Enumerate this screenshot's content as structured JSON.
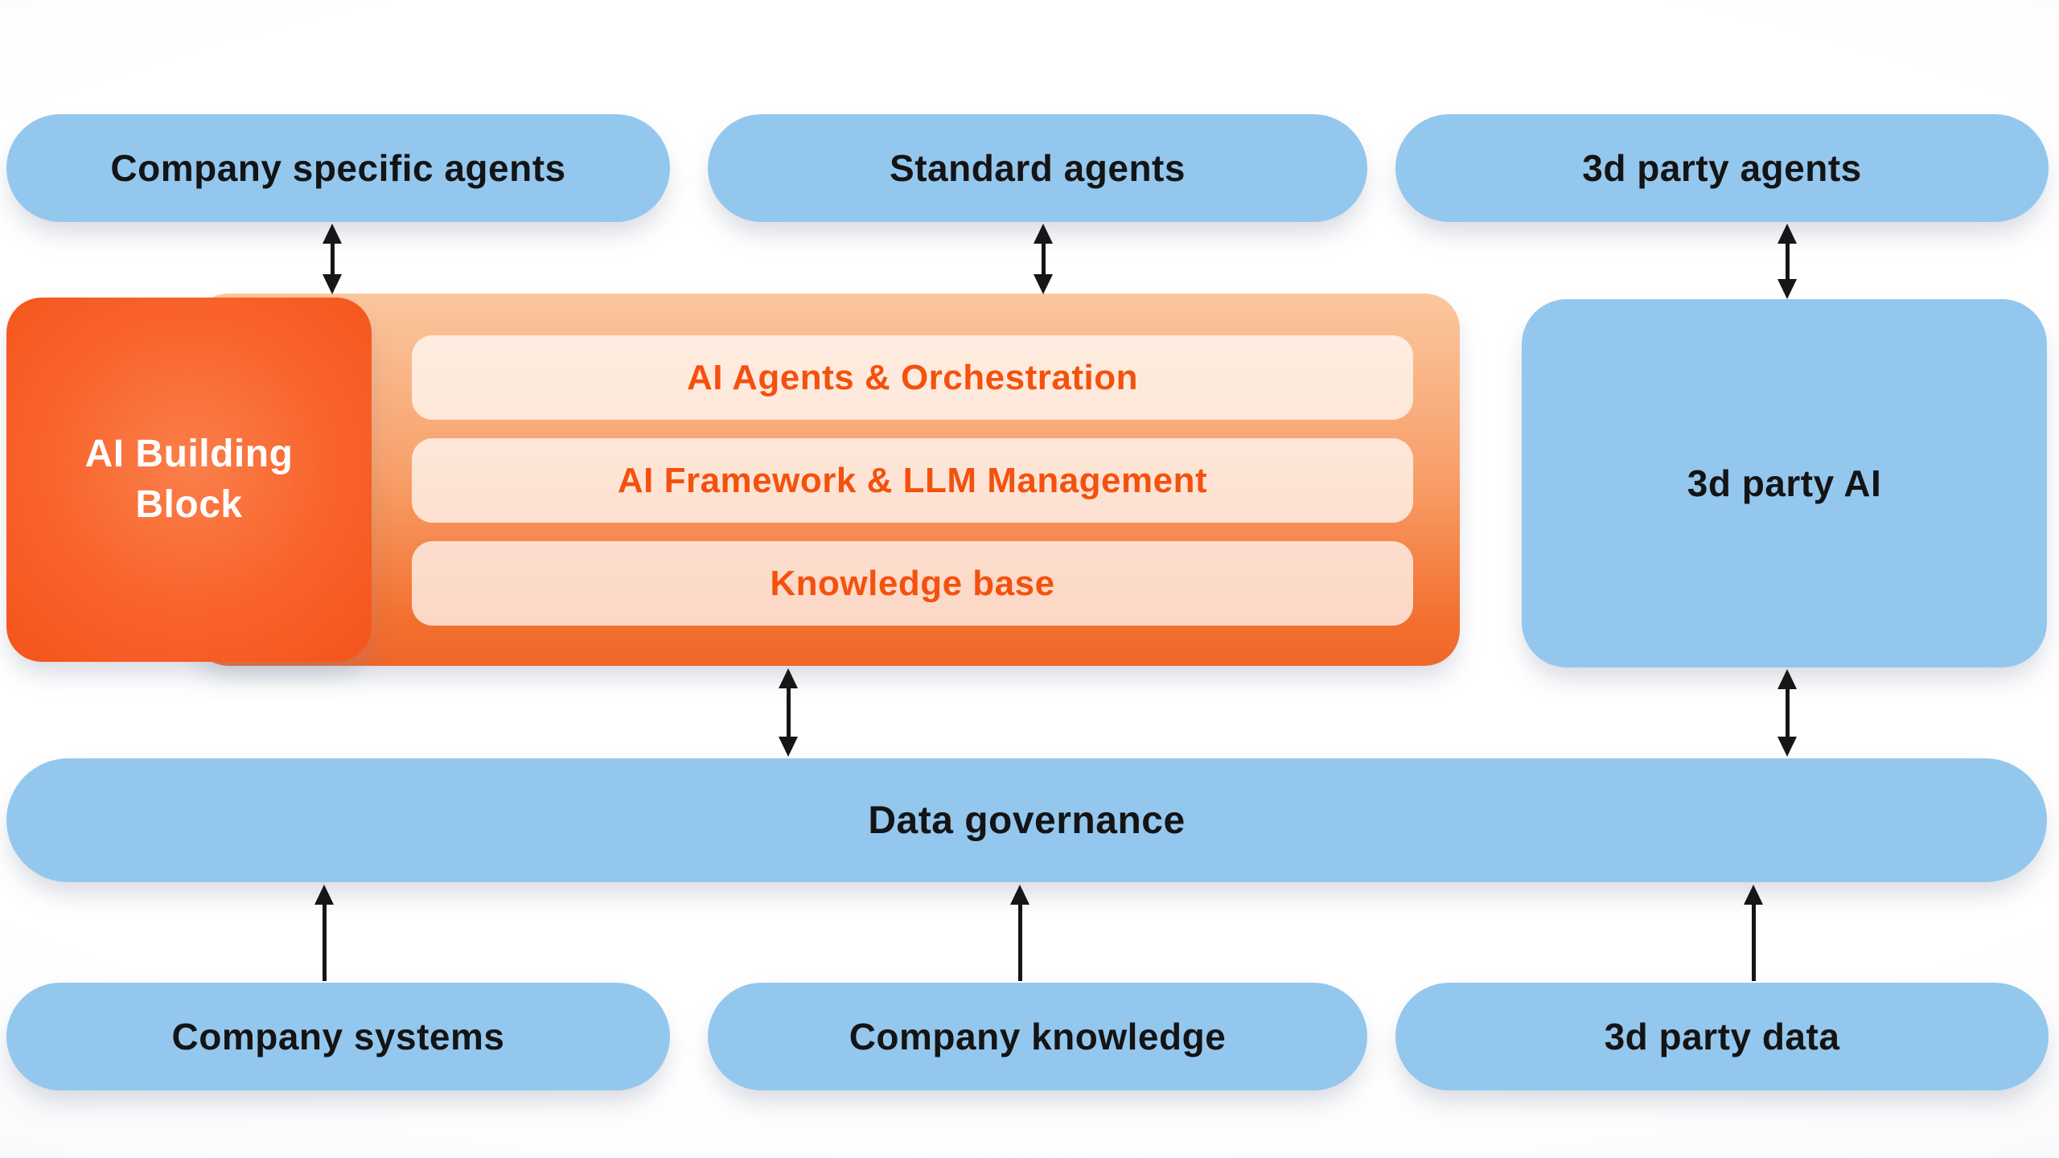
{
  "colors": {
    "node_blue": "#94c7ee",
    "text_dark": "#141414",
    "orange_text": "#f4510e",
    "orange_block_deep": "#f4541b",
    "orange_block_light": "#fb7f4b",
    "stack_gradient_top": "#fbc79f",
    "stack_gradient_bottom": "#f1662a",
    "arrow_black": "#161616"
  },
  "top_row": {
    "items": [
      {
        "label": "Company specific agents"
      },
      {
        "label": "Standard agents"
      },
      {
        "label": "3d party agents"
      }
    ]
  },
  "middle": {
    "building_block": {
      "label": "AI Building Block"
    },
    "stack": {
      "rows": [
        {
          "label": "AI Agents & Orchestration"
        },
        {
          "label": "AI Framework & LLM Management"
        },
        {
          "label": "Knowledge base"
        }
      ]
    },
    "third_party_ai": {
      "label": "3d party AI"
    }
  },
  "governance": {
    "label": "Data governance"
  },
  "bottom_row": {
    "items": [
      {
        "label": "Company systems"
      },
      {
        "label": "Company knowledge"
      },
      {
        "label": "3d party data"
      }
    ]
  }
}
